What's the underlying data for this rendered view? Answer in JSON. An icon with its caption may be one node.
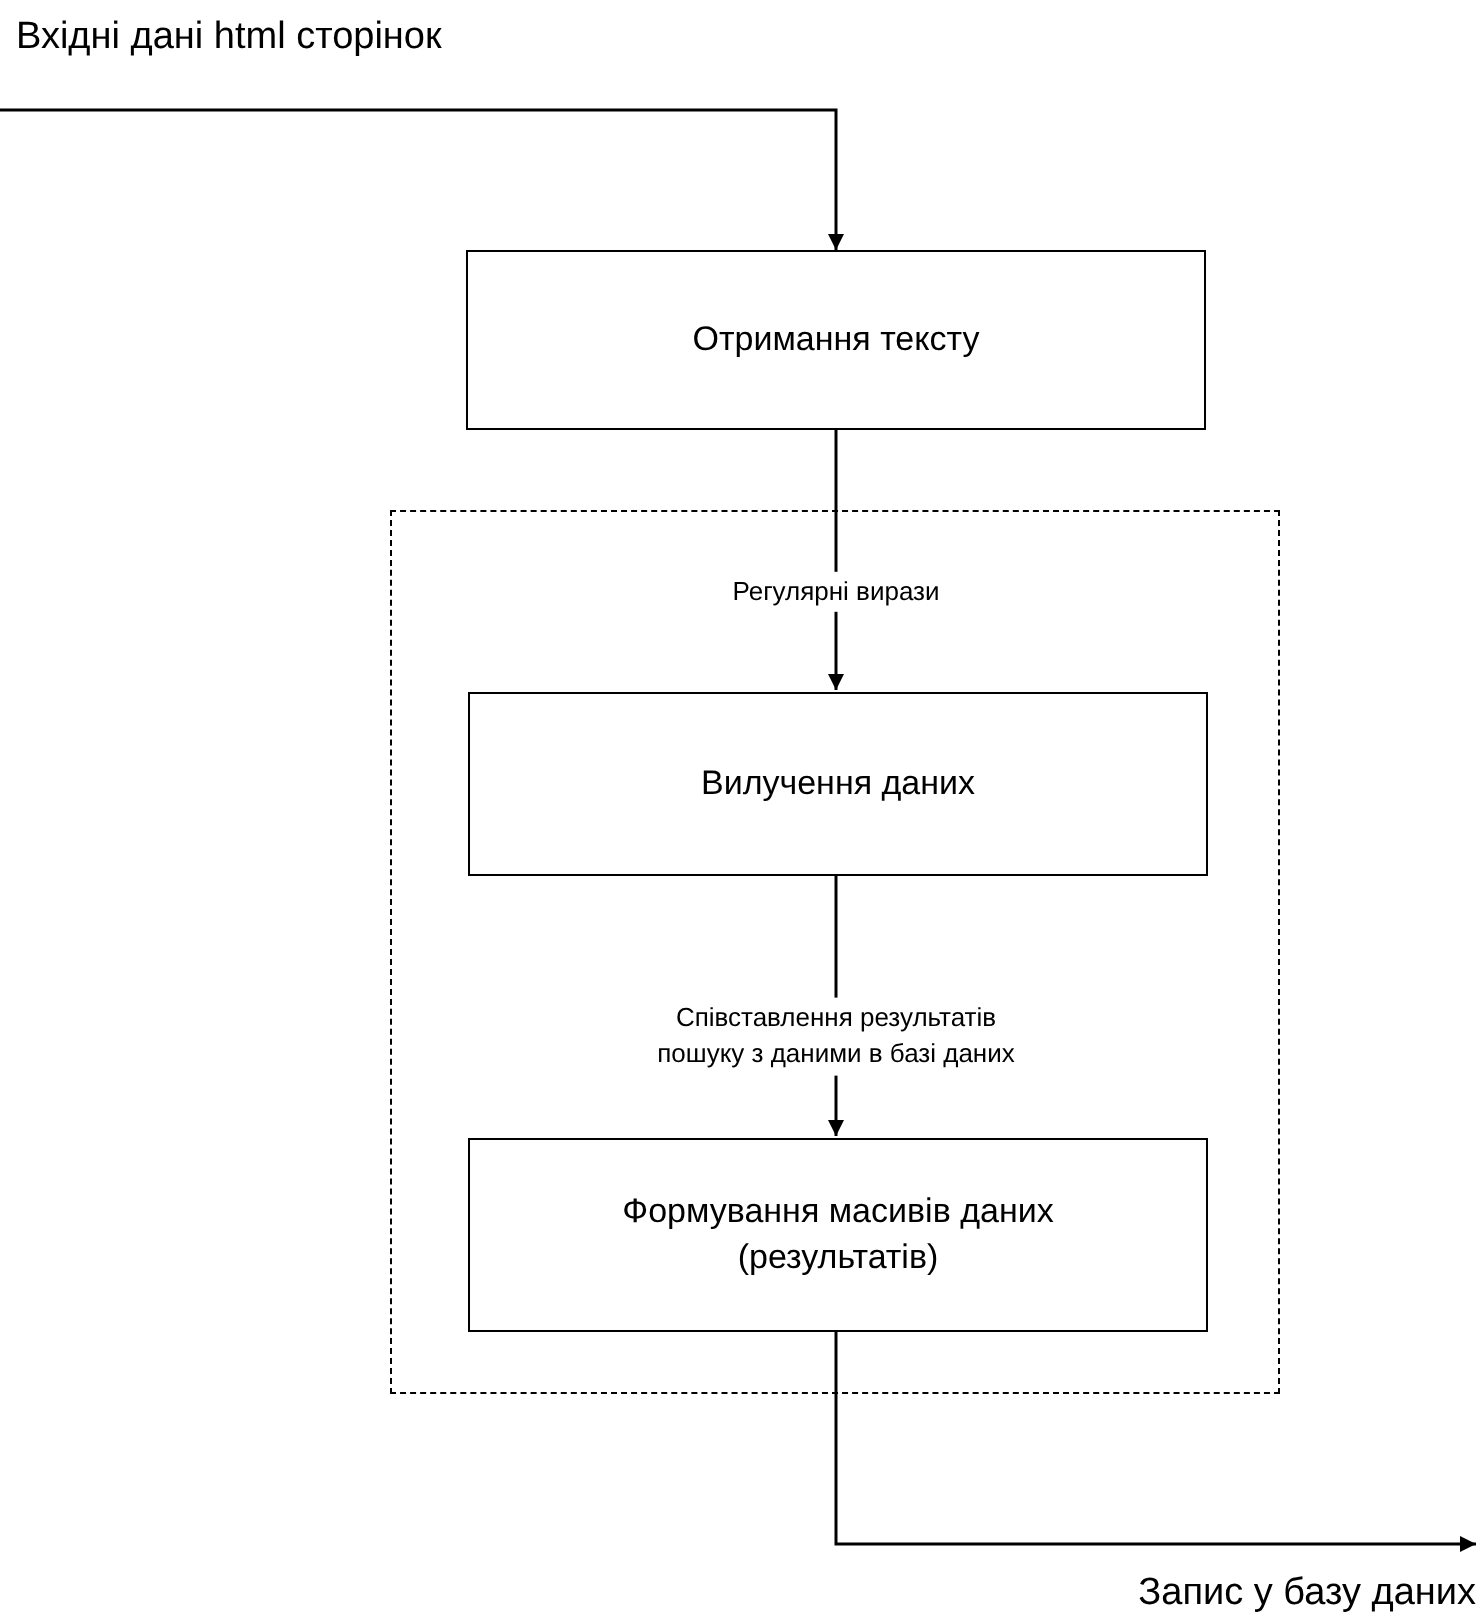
{
  "diagram": {
    "nodes": [
      {
        "text": [
          "Вхідні дані html сторінок"
        ]
      },
      {
        "text": [
          "Отримання тексту"
        ]
      },
      {
        "text": [],
        "shape": "box"
      },
      {
        "text": [
          "Вилучення даних"
        ],
        "in": 2
      },
      {
        "text": [
          "Формування масивів даних (результатів)"
        ],
        "in": 2
      },
      {
        "text": [
          "Запис у базу даних"
        ]
      }
    ],
    "edges": [
      {
        "from": 0,
        "to": 1,
        "arrow": "to"
      },
      {
        "from": 1,
        "to": 3,
        "arrow": "to",
        "label": "Регулярні вирази"
      },
      {
        "from": 3,
        "to": 4,
        "arrow": "to",
        "label": "Співставлення результатів пошуку з даними в базі даних"
      },
      {
        "from": 4,
        "to": 5,
        "arrow": "to"
      }
    ]
  }
}
